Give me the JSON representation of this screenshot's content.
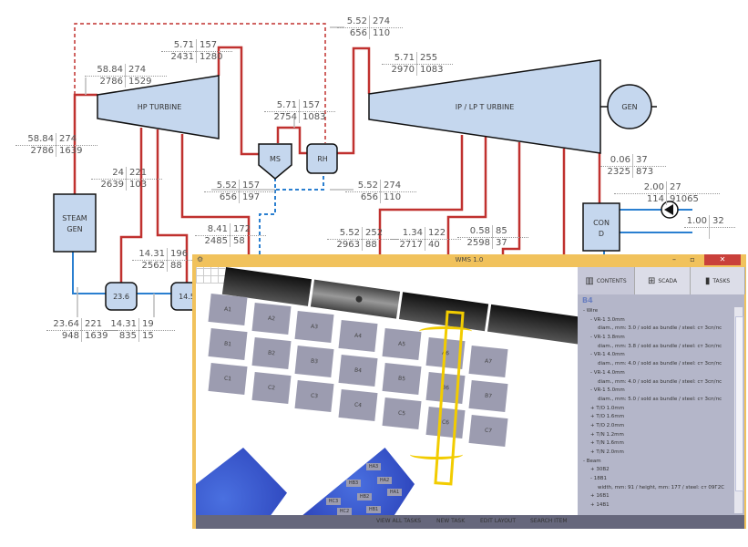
{
  "diagram": {
    "components": {
      "hp_turbine": "HP TURBINE",
      "ip_lp_turbine": "IP / LP T URBINE",
      "generator": "GEN",
      "ms": "MS",
      "rh": "RH",
      "steam_gen_1": "STEAM",
      "steam_gen_2": "GEN",
      "cond_1": "CON",
      "cond_2": "D",
      "heater_1": "23.6",
      "heater_2": "14.5"
    },
    "readouts": [
      [
        "5.52",
        "274",
        "656",
        "110"
      ],
      [
        "5.71",
        "157",
        "2431",
        "1280"
      ],
      [
        "58.84",
        "274",
        "2786",
        "1529"
      ],
      [
        "58.84",
        "274",
        "2786",
        "1639"
      ],
      [
        "24",
        "221",
        "2639",
        "103"
      ],
      [
        "5.71",
        "157",
        "2754",
        "1083"
      ],
      [
        "5.52",
        "157",
        "656",
        "197"
      ],
      [
        "5.52",
        "274",
        "656",
        "110"
      ],
      [
        "5.71",
        "255",
        "2970",
        "1083"
      ],
      [
        "8.41",
        "172",
        "2485",
        "58"
      ],
      [
        "14.31",
        "196",
        "2562",
        "88"
      ],
      [
        "5.52",
        "252",
        "2963",
        "88"
      ],
      [
        "1.34",
        "122",
        "2717",
        "40"
      ],
      [
        "0.58",
        "85",
        "2598",
        "37"
      ],
      [
        "0.06",
        "37",
        "2325",
        "873"
      ],
      [
        "2.00",
        "27",
        "114",
        "91065"
      ],
      [
        "23.64",
        "221",
        "948",
        "1639"
      ],
      [
        "14.31",
        "19",
        "835",
        "15"
      ],
      [
        "1.00",
        "32",
        "",
        ""
      ]
    ],
    "colors": {
      "steam": "#c0312f",
      "water": "#2a7fd0",
      "component": "#c5d7ee"
    }
  },
  "window": {
    "title": "WMS 1.0",
    "controls": {
      "minimize": "–",
      "maximize": "▫",
      "close": "✕"
    },
    "tabs": [
      {
        "label": "CONTENTS",
        "icon": "rack-icon"
      },
      {
        "label": "SCADA",
        "icon": "scada-panel-icon"
      },
      {
        "label": "TASKS",
        "icon": "radio-icon"
      }
    ],
    "selected_cell": "B4",
    "tree": [
      {
        "t": "- Wire",
        "l": 0
      },
      {
        "t": "- VR-1 3.0mm",
        "l": 1
      },
      {
        "t": "diam., mm: 3.0 / sold as bundle / steel: ст 3сп/пс",
        "l": 2
      },
      {
        "t": "- VR-1 3.8mm",
        "l": 1
      },
      {
        "t": "diam., mm: 3.8 / sold as bundle / steel: ст 3сп/пс",
        "l": 2
      },
      {
        "t": "- VR-1 4.0mm",
        "l": 1
      },
      {
        "t": "diam., mm: 4.0 / sold as bundle / steel: ст 3сп/пс",
        "l": 2
      },
      {
        "t": "- VR-1 4.0mm",
        "l": 1
      },
      {
        "t": "diam., mm: 4.0 / sold as bundle / steel: ст 3сп/пс",
        "l": 2
      },
      {
        "t": "- VR-1 5.0mm",
        "l": 1
      },
      {
        "t": "diam., mm: 5.0 / sold as bundle / steel: ст 3сп/пс",
        "l": 2
      },
      {
        "t": "+ T/O 1.0mm",
        "l": 1
      },
      {
        "t": "+ T/O 1.6mm",
        "l": 1
      },
      {
        "t": "+ T/O 2.0mm",
        "l": 1
      },
      {
        "t": "+ T/N 1.2mm",
        "l": 1
      },
      {
        "t": "+ T/N 1.6mm",
        "l": 1
      },
      {
        "t": "+ T/N 2.0mm",
        "l": 1
      },
      {
        "t": "- Beam",
        "l": 0
      },
      {
        "t": "+ 30B2",
        "l": 1
      },
      {
        "t": "- 18B1",
        "l": 1
      },
      {
        "t": "width, mm: 91 / height, mm: 177 / steel: ст 09Г2С",
        "l": 2
      },
      {
        "t": "+ 16B1",
        "l": 1
      },
      {
        "t": "+ 14B1",
        "l": 1
      }
    ],
    "cells": [
      "A1",
      "A2",
      "A3",
      "A4",
      "A5",
      "A6",
      "A7",
      "B1",
      "B2",
      "B3",
      "B4",
      "B5",
      "B6",
      "B7",
      "C1",
      "C2",
      "C3",
      "C4",
      "C5",
      "C6",
      "C7"
    ],
    "dock_cells": [
      "HA3",
      "HA2",
      "HA1",
      "HB3",
      "HB2",
      "HB1",
      "HC3",
      "HC2"
    ],
    "bottom_buttons": [
      "VIEW ALL TASKS",
      "NEW TASK",
      "EDIT LAYOUT",
      "SEARCH ITEM"
    ],
    "colors": {
      "title_bar": "#f1c25c",
      "panel": "#b4b6c9",
      "tile": "#9c9cb0",
      "crane": "#f2cc00",
      "dock": "#3050c8",
      "heading": "#6a7fc0"
    }
  }
}
